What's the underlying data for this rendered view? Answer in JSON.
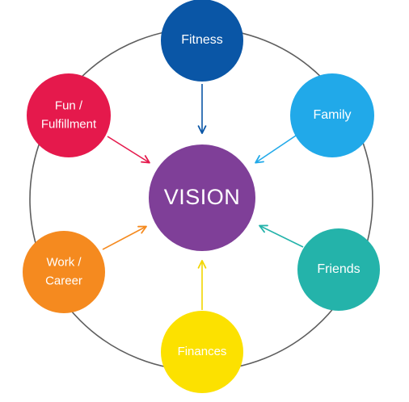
{
  "center": {
    "label": "VISION",
    "color": "#7F3F98"
  },
  "ring": {
    "color": "#5E5E5E"
  },
  "nodes": [
    {
      "id": "fitness",
      "lines": [
        "Fitness"
      ],
      "color": "#0A56A6",
      "arrow_color": "#0A56A6"
    },
    {
      "id": "family",
      "lines": [
        "Family"
      ],
      "color": "#21A9E9",
      "arrow_color": "#21A9E9"
    },
    {
      "id": "friends",
      "lines": [
        "Friends"
      ],
      "color": "#24B3AA",
      "arrow_color": "#24B3AA"
    },
    {
      "id": "finances",
      "lines": [
        "Finances"
      ],
      "color": "#FCE100",
      "arrow_color": "#F2D600"
    },
    {
      "id": "work",
      "lines": [
        "Work /",
        "Career"
      ],
      "color": "#F58A1F",
      "arrow_color": "#F58A1F"
    },
    {
      "id": "fun",
      "lines": [
        "Fun /",
        "Fulfillment"
      ],
      "color": "#E5194C",
      "arrow_color": "#E5194C"
    }
  ]
}
